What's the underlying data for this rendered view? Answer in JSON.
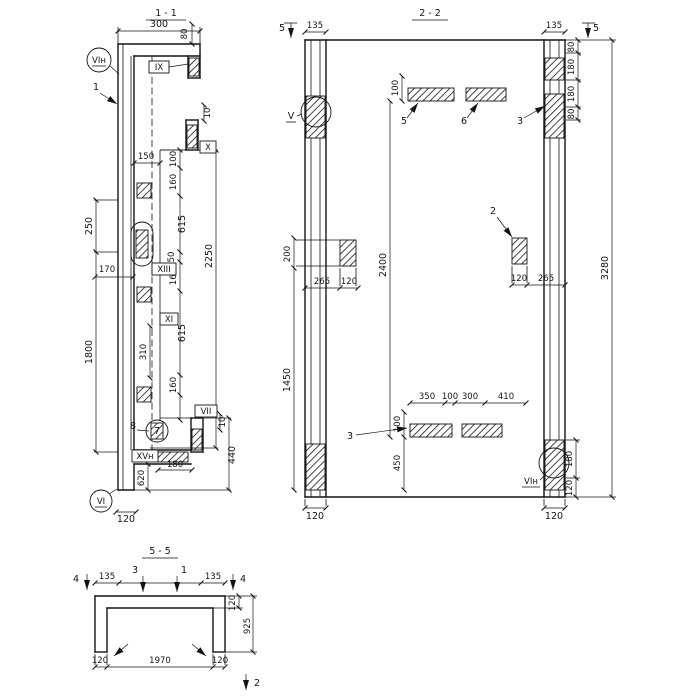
{
  "palette": {
    "ink": "#141414",
    "paper": "#ffffff"
  },
  "s11": {
    "title": "1 - 1",
    "dims": {
      "d300": "300",
      "d80": "80",
      "d10a": "10",
      "d150": "150",
      "d100": "100",
      "d160a": "160",
      "d615a": "615",
      "d250": "250",
      "d50": "50",
      "d170": "170",
      "d160b": "160",
      "d2250": "2250",
      "d615b": "615",
      "d1800": "1800",
      "d310": "310",
      "d160c": "160",
      "d10b": "10",
      "d180": "180",
      "d620": "620",
      "d440": "440",
      "d120": "120"
    },
    "marks": {
      "vin": "VIн",
      "ix": "IX",
      "x": "X",
      "xiii": "XIII",
      "xi": "XI",
      "vii": "VII",
      "xvn": "XVн",
      "vi": "VI"
    },
    "parts": {
      "p1": "1",
      "p8": "8",
      "p7": "7"
    }
  },
  "s22": {
    "title": "2 - 2",
    "dims": {
      "d135l": "135",
      "d135r": "135",
      "d80a": "80",
      "d180a": "180",
      "d180b": "180",
      "d80b": "80",
      "d3280": "3280",
      "d100a": "100",
      "d2400": "2400",
      "d200": "200",
      "d265a": "265",
      "d120a": "120",
      "d120b": "120",
      "d265b": "265",
      "d1450": "1450",
      "d350": "350",
      "d100b": "100",
      "d300": "300",
      "d410": "410",
      "d100c": "100",
      "d450": "450",
      "d180c": "180",
      "d120c": "120",
      "d120d": "120",
      "d120e": "120"
    },
    "marks": {
      "v": "V",
      "vin": "VIн"
    },
    "parts": {
      "cut5l": "5",
      "cut5r": "5",
      "p5": "5",
      "p6": "6",
      "p3a": "3",
      "p2": "2",
      "p3b": "3"
    }
  },
  "s55": {
    "title": "5 - 5",
    "dims": {
      "d135l": "135",
      "d135r": "135",
      "d120a": "120",
      "d925": "925",
      "d120b": "120",
      "d1970": "1970",
      "d120c": "120"
    },
    "parts": {
      "cut4l": "4",
      "cut3": "3",
      "cut1": "1",
      "cut4r": "4",
      "cut2": "2"
    }
  }
}
